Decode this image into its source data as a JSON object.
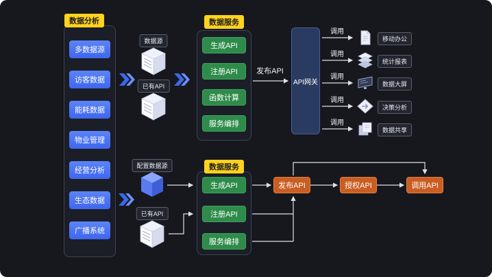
{
  "canvas": {
    "bg": "#16181e"
  },
  "colors": {
    "tag_yellow": "#ffd21e",
    "item_blue": "#4a74f2",
    "item_green": "#2e8b4a",
    "item_orange": "#c95d22",
    "gateway_blue": "#2a3b61",
    "wire": "#dde0e8",
    "chevron_blue": "#3c68ea"
  },
  "icons": {
    "flow_chevron": "fast-forward-icon"
  },
  "analysis_panel": {
    "tag": "数据分析",
    "items": [
      "多数据源",
      "访客数据",
      "能耗数据",
      "物业管理",
      "经营分析",
      "生态数据",
      "广播系统"
    ]
  },
  "top_flow": {
    "source_pill": "数据源",
    "source_icon": "server-icon",
    "existing_api_pill": "已有API",
    "existing_api_icon": "server-icon",
    "service_panel": {
      "tag": "数据服务",
      "items": [
        "生成API",
        "注册API",
        "函数计算",
        "服务编排"
      ]
    },
    "publish_label": "发布API",
    "gateway": "API网关",
    "invoke_label": "调用",
    "endpoints": [
      {
        "label": "移动办公",
        "icon": "mobile-office-icon"
      },
      {
        "label": "统计报表",
        "icon": "report-layers-icon"
      },
      {
        "label": "数据大屏",
        "icon": "data-screen-icon"
      },
      {
        "label": "决策分析",
        "icon": "decision-icon"
      },
      {
        "label": "数据共享",
        "icon": "share-sheets-icon"
      }
    ]
  },
  "bottom_flow": {
    "config_pill": "配置数据源",
    "config_icon": "cube-icon",
    "existing_api_pill": "已有API",
    "existing_api_icon": "server-icon",
    "service_panel": {
      "tag": "数据服务",
      "items": [
        "生成API",
        "注册API",
        "服务编排"
      ]
    },
    "steps": [
      "发布API",
      "授权API",
      "调用API"
    ]
  }
}
